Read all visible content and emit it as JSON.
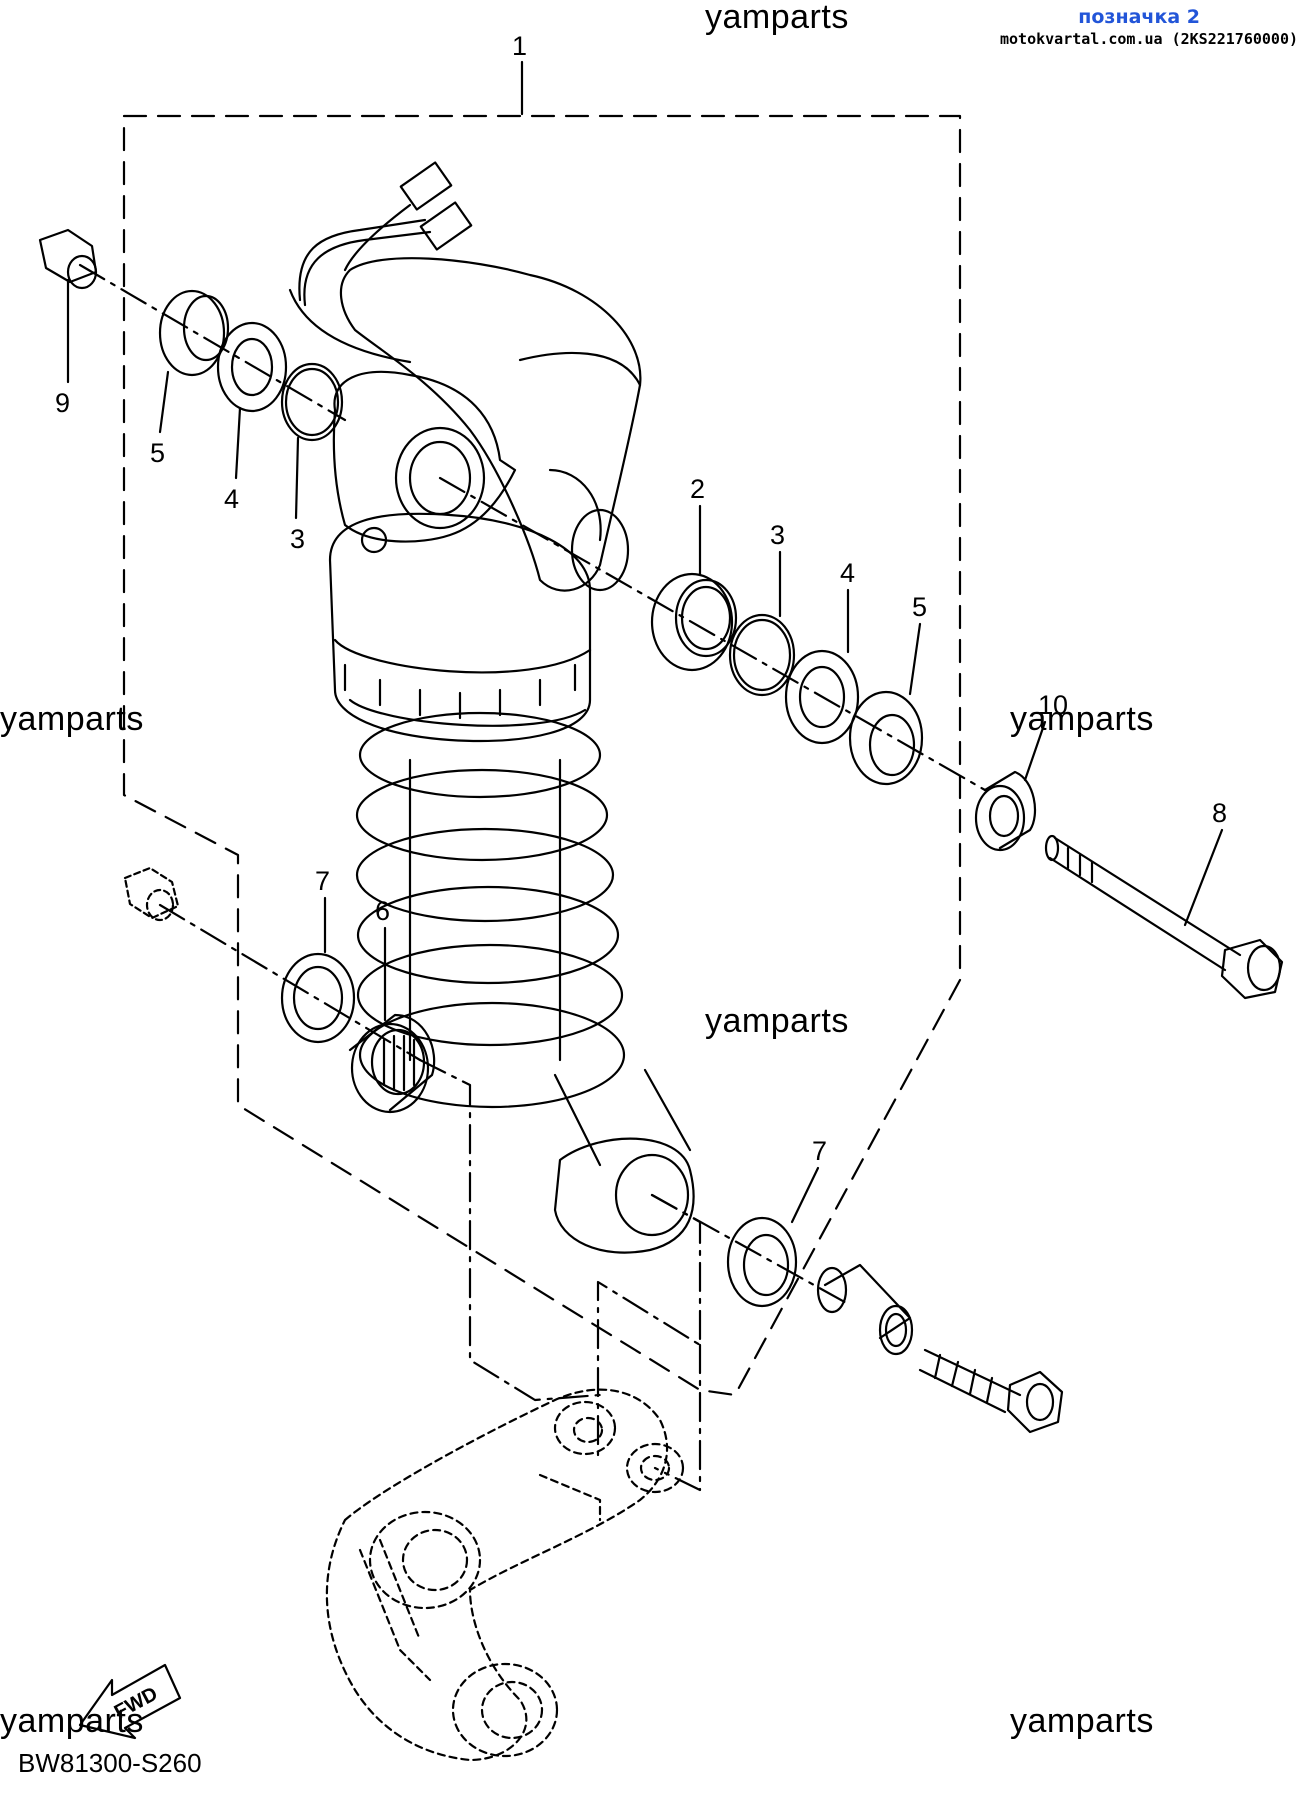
{
  "badge": {
    "title": "позначка 2",
    "subtitle": "motokvartal.com.ua (2KS221760000)"
  },
  "watermark": "yamparts",
  "diagram_code": "BW81300-S260",
  "fwd_label": "FWD",
  "callouts": {
    "c1": "1",
    "c2": "2",
    "c3a": "3",
    "c3b": "3",
    "c4a": "4",
    "c4b": "4",
    "c5a": "5",
    "c5b": "5",
    "c6": "6",
    "c7a": "7",
    "c7b": "7",
    "c8": "8",
    "c9": "9",
    "c10": "10"
  }
}
